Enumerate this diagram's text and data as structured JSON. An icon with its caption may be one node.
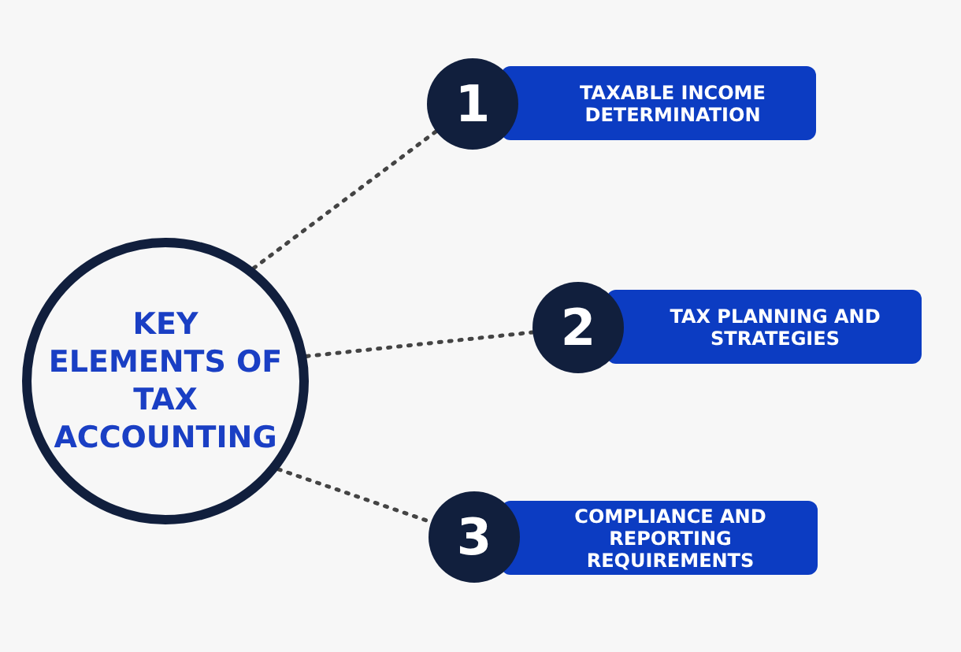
{
  "diagram": {
    "nodes": [
      {
        "text": [
          "KEY ELEMENTS OF TAX ACCOUNTING"
        ]
      },
      {
        "text": [
          "1"
        ]
      },
      {
        "text": [
          "TAXABLE INCOME DETERMINATION"
        ]
      },
      {
        "text": [
          "2"
        ]
      },
      {
        "text": [
          "TAX PLANNING AND STRATEGIES"
        ]
      },
      {
        "text": [
          "3"
        ]
      },
      {
        "text": [
          "COMPLIANCE AND REPORTING REQUIREMENTS"
        ]
      }
    ],
    "edges": [
      {
        "from": 0,
        "to": 1,
        "arrow": "none",
        "style": "dashed"
      },
      {
        "from": 0,
        "to": 3,
        "arrow": "none",
        "style": "dashed"
      },
      {
        "from": 0,
        "to": 5,
        "arrow": "none",
        "style": "dashed"
      }
    ]
  }
}
